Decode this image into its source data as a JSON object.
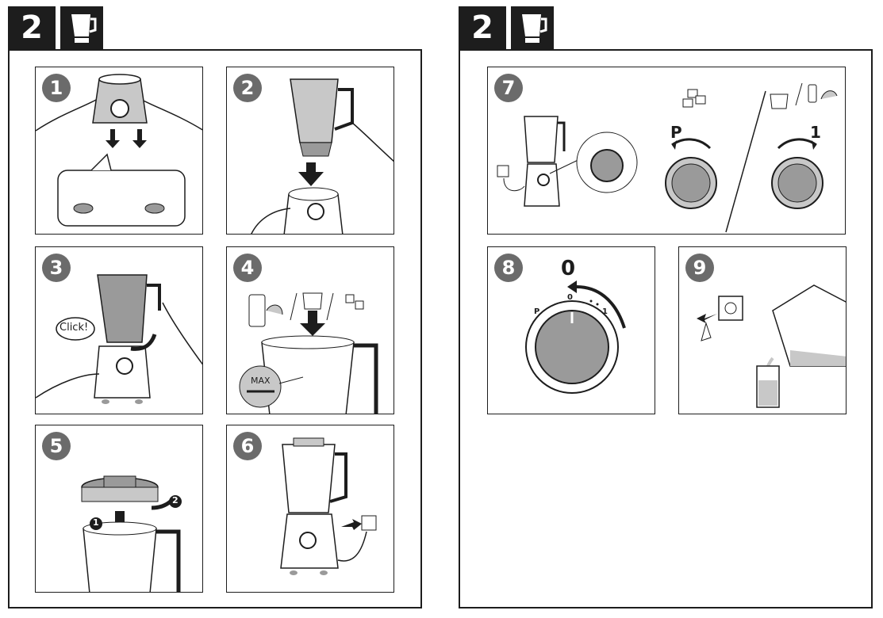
{
  "pages": [
    {
      "section_number": "2",
      "icon": "blender-jar-icon"
    },
    {
      "section_number": "2",
      "icon": "blender-jar-icon"
    }
  ],
  "steps": {
    "s1": "1",
    "s2": "2",
    "s3": "3",
    "s4": "4",
    "s5": "5",
    "s6": "6",
    "s7": "7",
    "s8": "8",
    "s9": "9"
  },
  "labels": {
    "click": "Click!",
    "max": "MAX",
    "lid_step_1": "1",
    "lid_step_2": "2",
    "pulse_p": "P",
    "speed_1": "1",
    "dial_0": "0",
    "dial_1": "1",
    "dial_p": "P",
    "off_0": "0"
  },
  "colors": {
    "dark": "#1d1d1d",
    "grey": "#6b6b6b",
    "light_grey": "#c8c8c8",
    "mid_grey": "#9a9a9a"
  }
}
